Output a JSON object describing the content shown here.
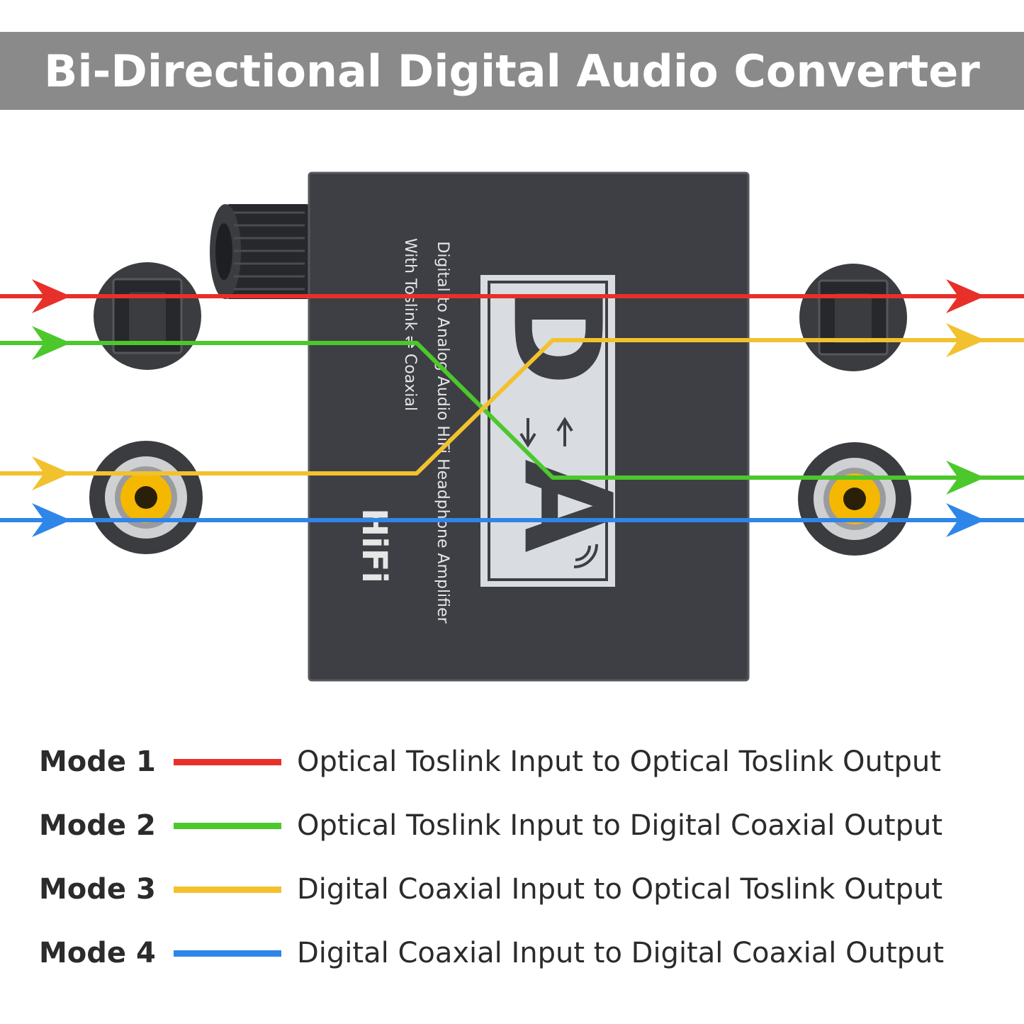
{
  "title": "Bi-Directional Digital Audio Converter",
  "device": {
    "label_line1": "Digital to Analog Audio HiFi Headphone Amplifier",
    "label_line2": "With Toslink ⇌ Coaxial",
    "hifi": "HiFi",
    "logo_d": "D",
    "logo_a": "A"
  },
  "colors": {
    "mode1": "#e8302a",
    "mode2": "#4cc82c",
    "mode3": "#f2c12e",
    "mode4": "#2e86e8",
    "title_bar": "#8a8a8a",
    "device_body": "#3d3f44",
    "coax_center": "#f5b800"
  },
  "legend": [
    {
      "mode": "Mode 1",
      "description": "Optical Toslink Input to Optical Toslink Output",
      "color": "#e8302a"
    },
    {
      "mode": "Mode 2",
      "description": "Optical Toslink Input to Digital Coaxial Output",
      "color": "#4cc82c"
    },
    {
      "mode": "Mode 3",
      "description": "Digital Coaxial Input to Optical Toslink Output",
      "color": "#f2c12e"
    },
    {
      "mode": "Mode 4",
      "description": "Digital Coaxial Input to Digital Coaxial Output",
      "color": "#2e86e8"
    }
  ]
}
